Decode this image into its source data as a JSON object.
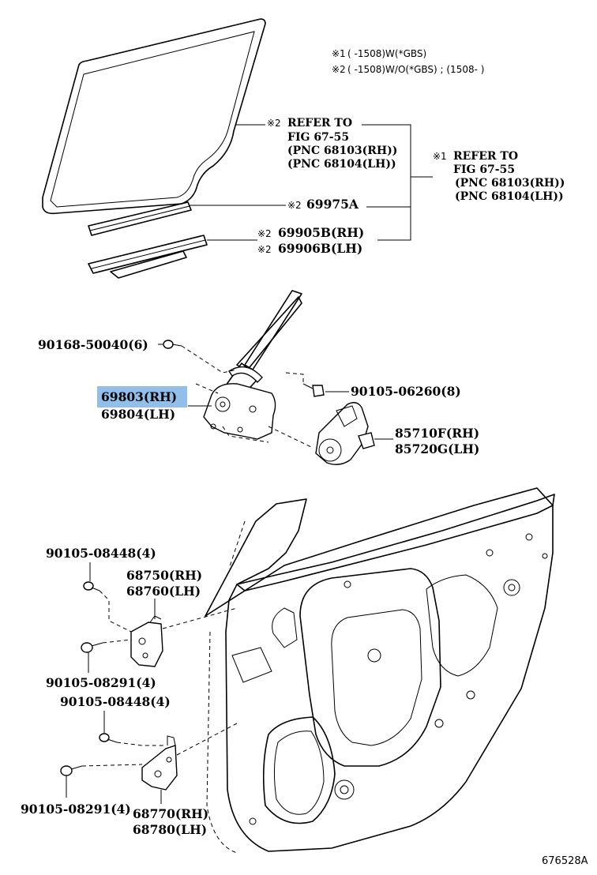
{
  "notes": {
    "note1_mark": "※1",
    "note1_text": "(      -1508)W(*GBS)",
    "note2_mark": "※2",
    "note2_text": "(      -1508)W/O(*GBS) ; (1508-      )"
  },
  "refer_rear": {
    "mark": "※2",
    "line1": "REFER TO",
    "line2": "FIG 67-55",
    "line3": "(PNC 68103(RH))",
    "line4": "(PNC 68104(LH))"
  },
  "refer_front": {
    "mark": "※1",
    "line1": "REFER TO",
    "line2": "FIG 67-55",
    "line3": "(PNC 68103(RH))",
    "line4": "(PNC 68104(LH))"
  },
  "parts": {
    "p69975": {
      "mark": "※2",
      "label": "69975A"
    },
    "p69905": {
      "mark": "※2",
      "label": "69905B(RH)"
    },
    "p69906": {
      "mark": "※2",
      "label": "69906B(LH)"
    },
    "p90168": {
      "label": "90168-50040(6)"
    },
    "p69803": {
      "label": "69803(RH)"
    },
    "p69804": {
      "label": "69804(LH)"
    },
    "p90105_06260": {
      "label": "90105-06260(8)"
    },
    "p85710": {
      "label": "85710F(RH)"
    },
    "p85720": {
      "label": "85720G(LH)"
    },
    "p90105_08448_a": {
      "label": "90105-08448(4)"
    },
    "p68750": {
      "label": "68750(RH)"
    },
    "p68760": {
      "label": "68760(LH)"
    },
    "p90105_08291_a": {
      "label": "90105-08291(4)"
    },
    "p90105_08448_b": {
      "label": "90105-08448(4)"
    },
    "p90105_08291_b": {
      "label": "90105-08291(4)"
    },
    "p68770": {
      "label": "68770(RH)"
    },
    "p68780": {
      "label": "68780(LH)"
    }
  },
  "highlight_color": "#7fb3e6",
  "figure_id": "676528A"
}
